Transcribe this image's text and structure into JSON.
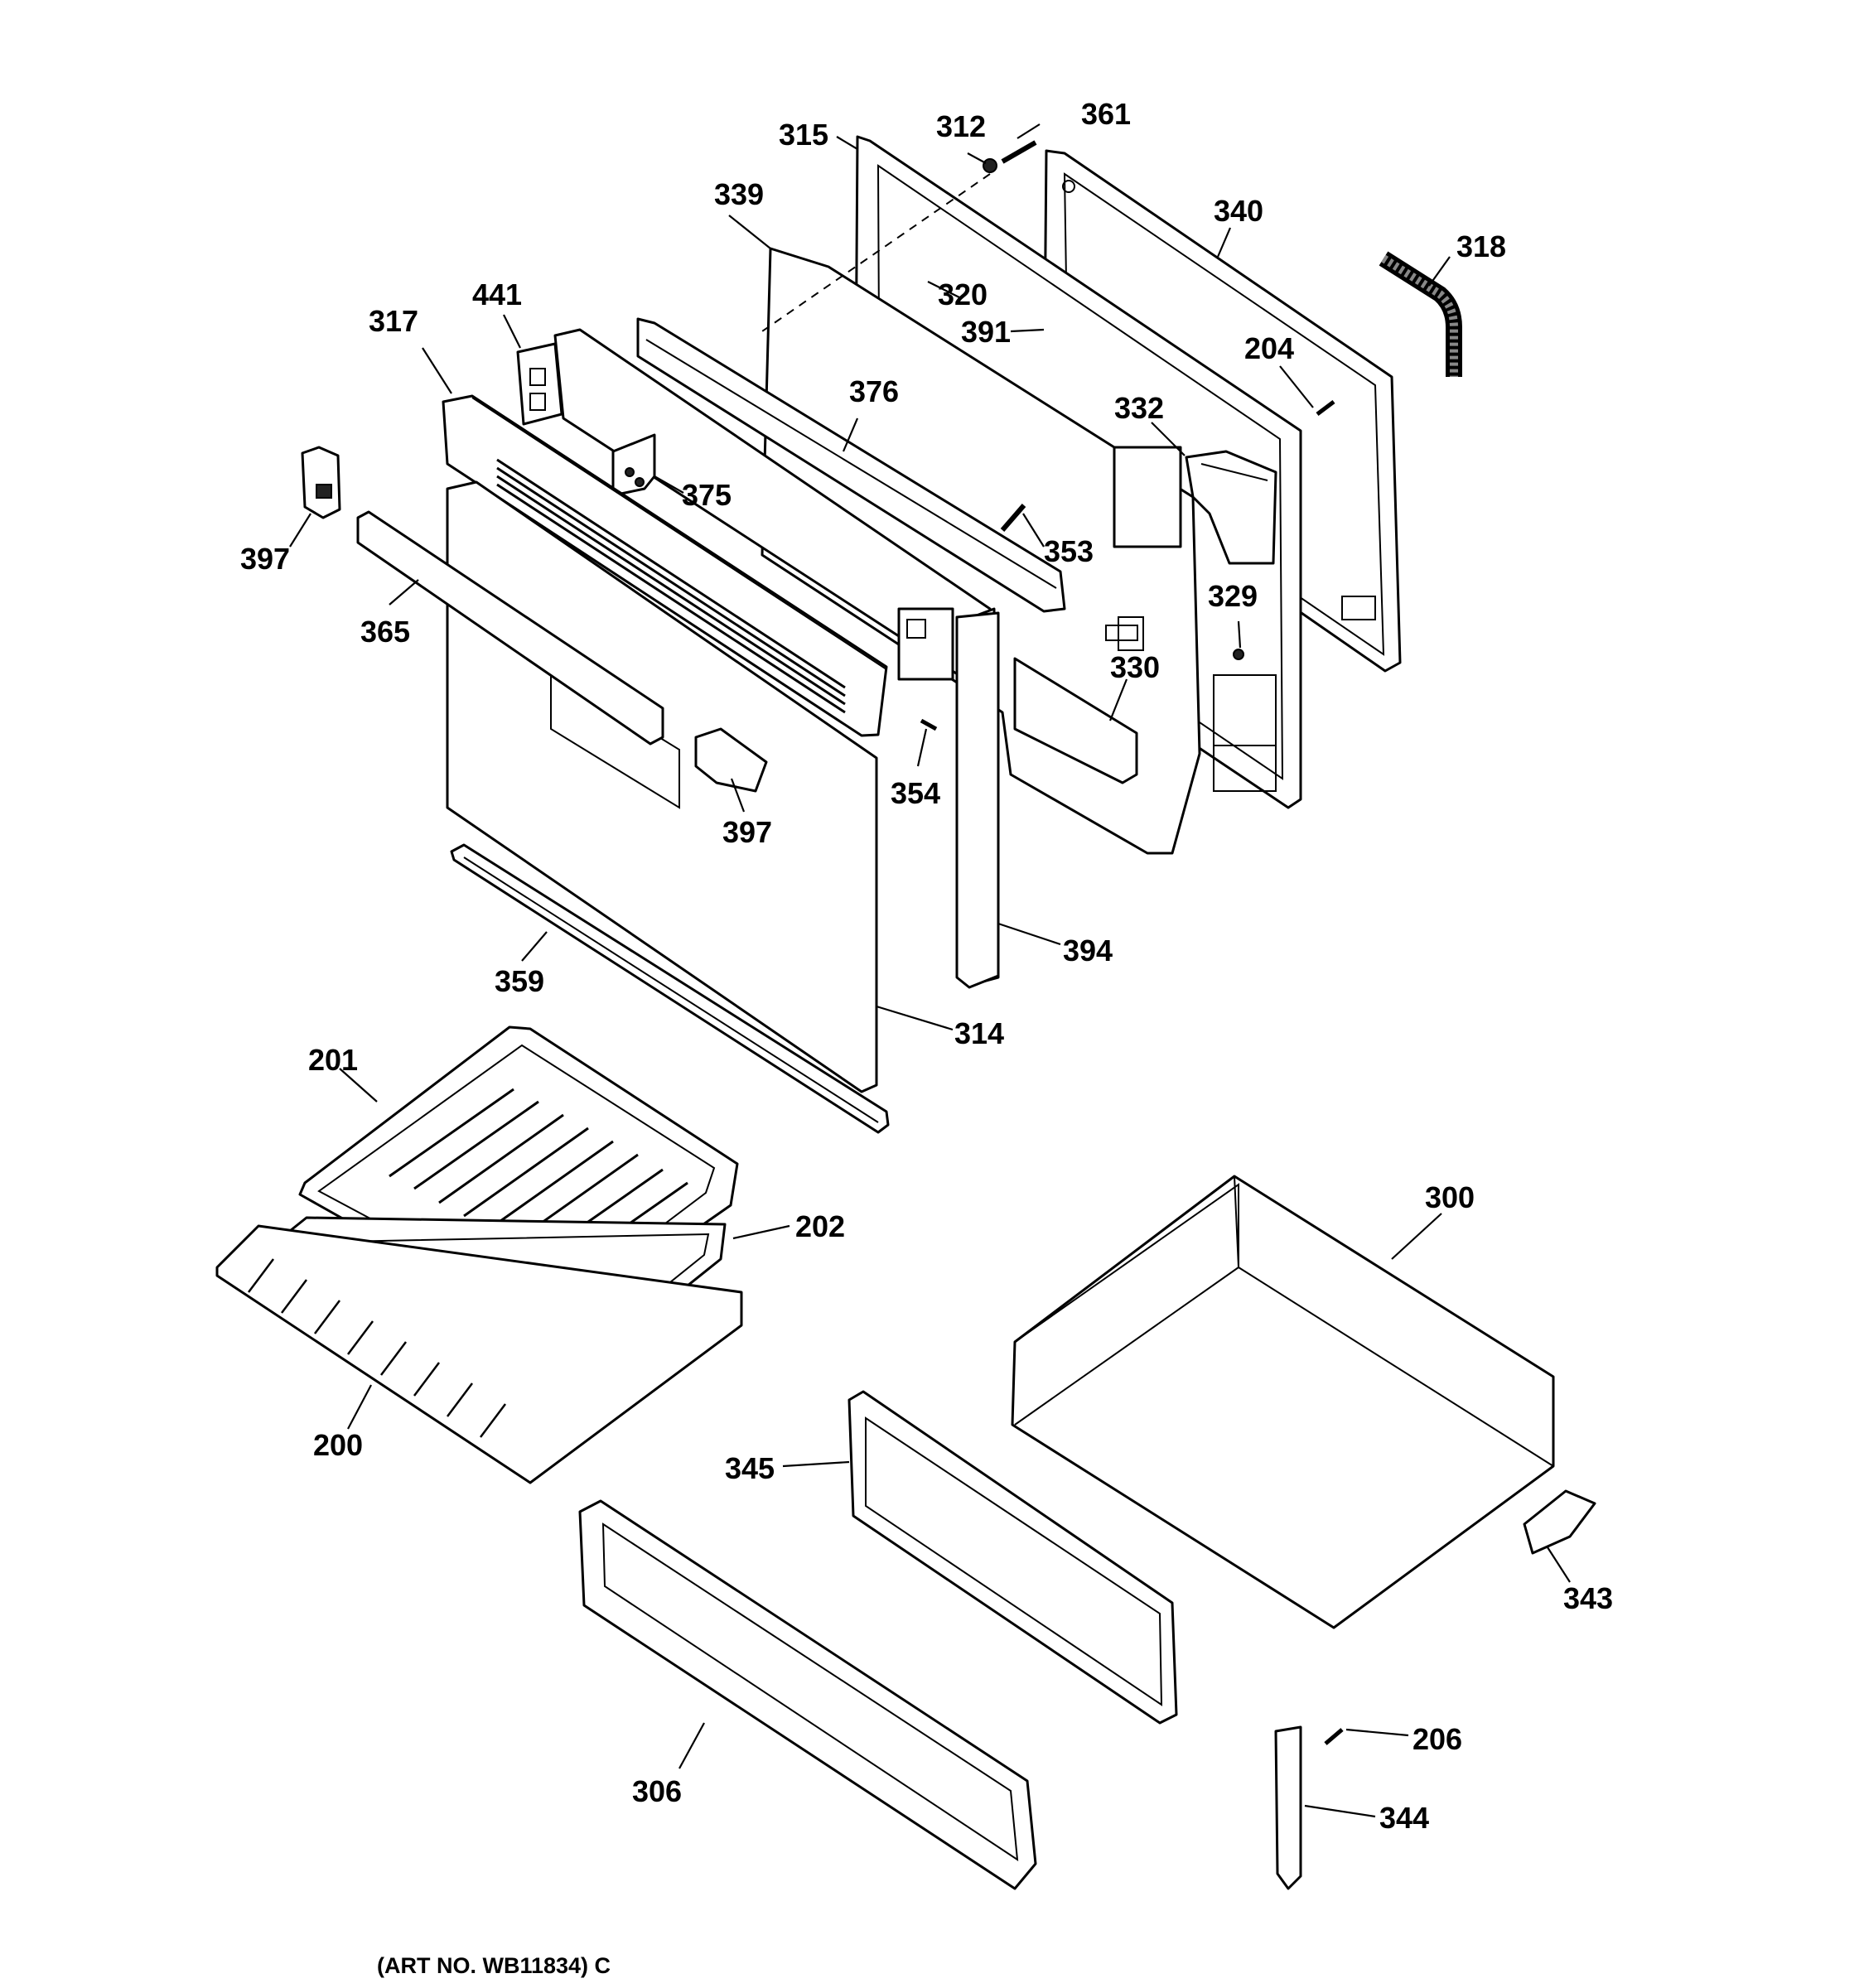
{
  "parts": [
    {
      "id": "p315",
      "label": "315"
    },
    {
      "id": "p312",
      "label": "312"
    },
    {
      "id": "p361",
      "label": "361"
    },
    {
      "id": "p339",
      "label": "339"
    },
    {
      "id": "p340",
      "label": "340"
    },
    {
      "id": "p318",
      "label": "318"
    },
    {
      "id": "p320",
      "label": "320"
    },
    {
      "id": "p391",
      "label": "391"
    },
    {
      "id": "p441",
      "label": "441"
    },
    {
      "id": "p317",
      "label": "317"
    },
    {
      "id": "p204",
      "label": "204"
    },
    {
      "id": "p376",
      "label": "376"
    },
    {
      "id": "p332",
      "label": "332"
    },
    {
      "id": "p375",
      "label": "375"
    },
    {
      "id": "p353",
      "label": "353"
    },
    {
      "id": "p397a",
      "label": "397"
    },
    {
      "id": "p329",
      "label": "329"
    },
    {
      "id": "p365",
      "label": "365"
    },
    {
      "id": "p330",
      "label": "330"
    },
    {
      "id": "p354",
      "label": "354"
    },
    {
      "id": "p397b",
      "label": "397"
    },
    {
      "id": "p394",
      "label": "394"
    },
    {
      "id": "p359",
      "label": "359"
    },
    {
      "id": "p314",
      "label": "314"
    },
    {
      "id": "p201",
      "label": "201"
    },
    {
      "id": "p300",
      "label": "300"
    },
    {
      "id": "p202",
      "label": "202"
    },
    {
      "id": "p200",
      "label": "200"
    },
    {
      "id": "p345",
      "label": "345"
    },
    {
      "id": "p343",
      "label": "343"
    },
    {
      "id": "p206",
      "label": "206"
    },
    {
      "id": "p306",
      "label": "306"
    },
    {
      "id": "p344",
      "label": "344"
    }
  ],
  "caption": "(ART NO. WB11834) C"
}
